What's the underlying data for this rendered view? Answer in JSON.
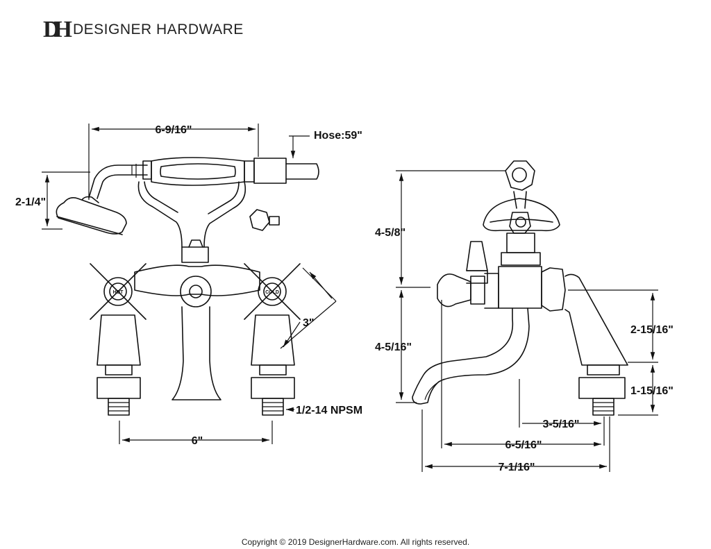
{
  "brand": {
    "logo_mark": "DH",
    "name": "DESIGNER HARDWARE"
  },
  "dimensions": {
    "handshower_width": "6-9/16\"",
    "hose": "Hose:59\"",
    "handshower_height": "2-1/4\"",
    "handle_length": "3\"",
    "centers": "6\"",
    "thread": "1/2-14 NPSM",
    "cradle_height": "4-5/8\"",
    "spout_height": "4-5/16\"",
    "body_height": "2-15/16\"",
    "shank_height": "1-15/16\"",
    "spout_reach_short": "3-5/16\"",
    "spout_reach_mid": "6-5/16\"",
    "spout_reach_total": "7-1/16\""
  },
  "handle_labels": {
    "hot": "HOT",
    "cold": "COLD"
  },
  "footer": {
    "copyright": "Copyright © 2019 DesignerHardware.com. All rights reserved."
  }
}
